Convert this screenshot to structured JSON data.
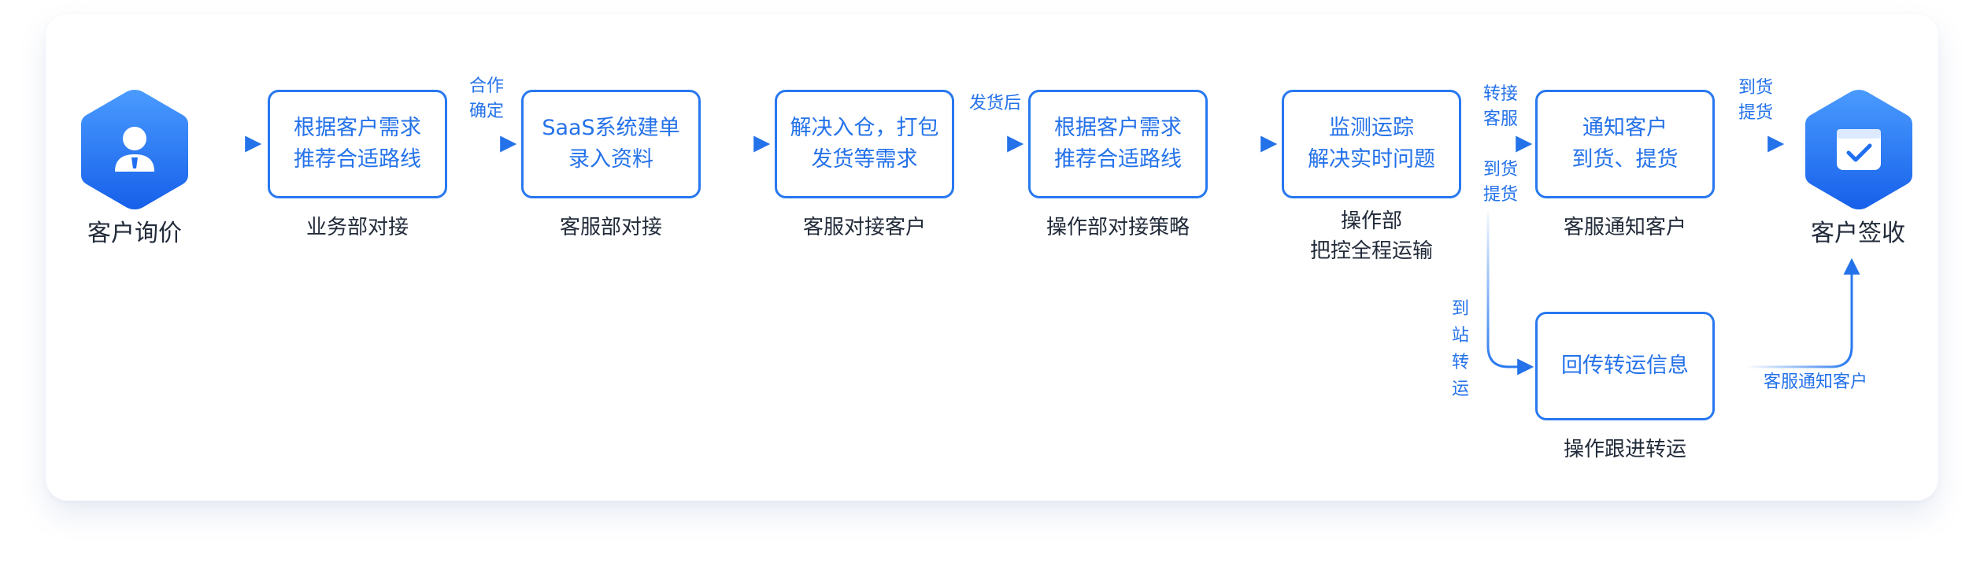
{
  "nodes": {
    "start": {
      "label": "客户询价",
      "icon": "customer-service-agent-icon"
    },
    "end": {
      "label": "客户签收",
      "icon": "package-box-check-icon"
    }
  },
  "steps": [
    {
      "lines": [
        "根据客户需求",
        "推荐合适路线"
      ],
      "caption": [
        "业务部对接"
      ]
    },
    {
      "lines": [
        "SaaS系统建单",
        "录入资料"
      ],
      "caption": [
        "客服部对接"
      ]
    },
    {
      "lines": [
        "解决入仓，打包",
        "发货等需求"
      ],
      "caption": [
        "客服对接客户"
      ]
    },
    {
      "lines": [
        "根据客户需求",
        "推荐合适路线"
      ],
      "caption": [
        "操作部对接策略"
      ]
    },
    {
      "lines": [
        "监测运踪",
        "解决实时问题"
      ],
      "caption": [
        "操作部",
        "把控全程运输"
      ]
    },
    {
      "lines": [
        "通知客户",
        "到货、提货"
      ],
      "caption": [
        "客服通知客户"
      ]
    },
    {
      "lines": [
        "回传转运信息"
      ],
      "caption": [
        "操作跟进转运"
      ]
    }
  ],
  "arrow_labels": {
    "confirm": [
      "合作",
      "确定"
    ],
    "after_ship": "发货后",
    "transfer_cs": [
      "转接",
      "客服"
    ],
    "arrive_pickup": [
      "到货",
      "提货"
    ],
    "arrive_notify": [
      "到货",
      "提货"
    ],
    "station_transfer": [
      "到",
      "站",
      "转",
      "运"
    ],
    "cs_notify": "客服通知客户"
  },
  "colors": {
    "accent": "#2878f0",
    "accent_dark": "#1a5fe0",
    "text": "#222b3a"
  }
}
